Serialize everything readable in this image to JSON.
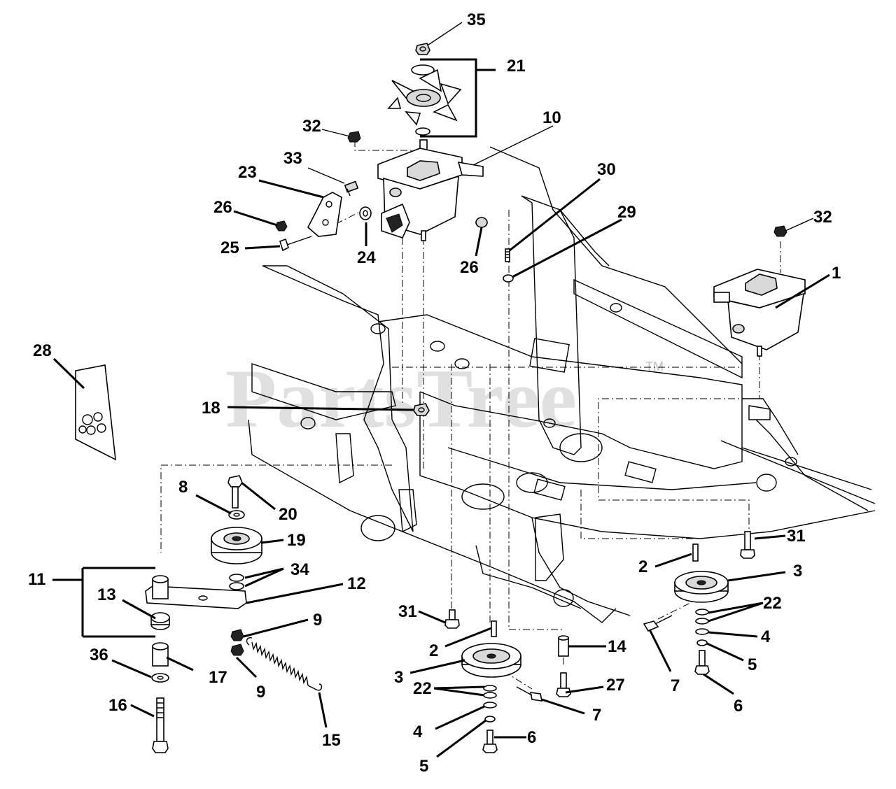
{
  "watermark": {
    "text": "PartsTree",
    "trademark": "TM"
  },
  "labels": {
    "l35": "35",
    "l21": "21",
    "l10": "10",
    "l32a": "32",
    "l33": "33",
    "l23": "23",
    "l26a": "26",
    "l25": "25",
    "l24": "24",
    "l26b": "26",
    "l30": "30",
    "l29": "29",
    "l32b": "32",
    "l1": "1",
    "l28": "28",
    "l18": "18",
    "l8": "8",
    "l20": "20",
    "l19": "19",
    "l11": "11",
    "l34": "34",
    "l12": "12",
    "l13": "13",
    "l9a": "9",
    "l9b": "9",
    "l36": "36",
    "l17": "17",
    "l16": "16",
    "l15": "15",
    "l31a": "31",
    "l2a": "2",
    "l3a": "3",
    "l22a": "22",
    "l4a": "4",
    "l5a": "5",
    "l6a": "6",
    "l7a": "7",
    "l14": "14",
    "l27": "27",
    "l31b": "31",
    "l2b": "2",
    "l3b": "3",
    "l22b": "22",
    "l4b": "4",
    "l5b": "5",
    "l6b": "6",
    "l7b": "7"
  }
}
